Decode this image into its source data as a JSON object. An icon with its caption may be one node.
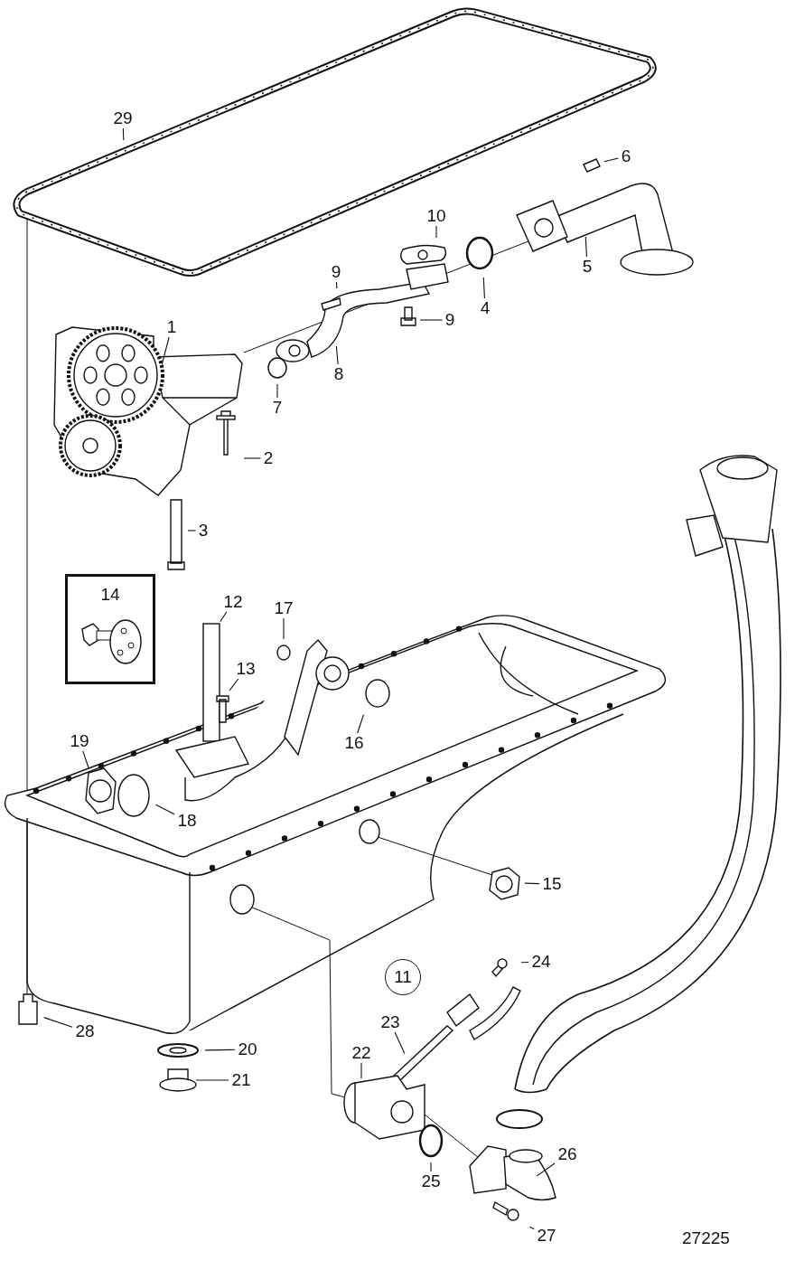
{
  "diagram": {
    "nodes": [
      {
        "text": [
          "29"
        ]
      },
      {
        "text": [
          "6"
        ]
      },
      {
        "text": [
          "10"
        ]
      },
      {
        "text": [
          "9"
        ]
      },
      {
        "text": [
          "5"
        ]
      },
      {
        "text": [
          "4"
        ]
      },
      {
        "text": [
          "9"
        ]
      },
      {
        "text": [
          "1"
        ]
      },
      {
        "text": [
          "8"
        ]
      },
      {
        "text": [
          "7"
        ]
      },
      {
        "text": [
          "2"
        ]
      },
      {
        "text": [
          "3"
        ]
      },
      {
        "text": [
          "14"
        ]
      },
      {
        "text": [
          "12"
        ]
      },
      {
        "text": [
          "17"
        ]
      },
      {
        "text": [
          "13"
        ]
      },
      {
        "text": [
          "16"
        ]
      },
      {
        "text": [
          "19"
        ]
      },
      {
        "text": [
          "18"
        ]
      },
      {
        "text": [
          "15"
        ]
      },
      {
        "text": [
          "11"
        ]
      },
      {
        "text": [
          "24"
        ]
      },
      {
        "text": [
          "23"
        ]
      },
      {
        "text": [
          "22"
        ]
      },
      {
        "text": [
          "28"
        ]
      },
      {
        "text": [
          "20"
        ]
      },
      {
        "text": [
          "21"
        ]
      },
      {
        "text": [
          "26"
        ]
      },
      {
        "text": [
          "25"
        ]
      },
      {
        "text": [
          "27"
        ]
      }
    ],
    "edges": [
      {
        "from": 0,
        "to": null,
        "arrow": "none"
      },
      {
        "from": 1,
        "to": null,
        "arrow": "none"
      },
      {
        "from": 2,
        "to": null,
        "arrow": "none"
      },
      {
        "from": 3,
        "to": null,
        "arrow": "none"
      },
      {
        "from": 4,
        "to": null,
        "arrow": "none"
      },
      {
        "from": 5,
        "to": null,
        "arrow": "none"
      },
      {
        "from": 6,
        "to": null,
        "arrow": "none"
      },
      {
        "from": 7,
        "to": null,
        "arrow": "none"
      },
      {
        "from": 8,
        "to": null,
        "arrow": "none"
      },
      {
        "from": 9,
        "to": null,
        "arrow": "none"
      },
      {
        "from": 10,
        "to": null,
        "arrow": "none"
      },
      {
        "from": 11,
        "to": null,
        "arrow": "none"
      },
      {
        "from": 13,
        "to": null,
        "arrow": "none"
      },
      {
        "from": 14,
        "to": null,
        "arrow": "none"
      },
      {
        "from": 15,
        "to": null,
        "arrow": "none"
      },
      {
        "from": 16,
        "to": null,
        "arrow": "none"
      },
      {
        "from": 17,
        "to": null,
        "arrow": "none"
      },
      {
        "from": 18,
        "to": null,
        "arrow": "none"
      },
      {
        "from": 19,
        "to": null,
        "arrow": "none"
      },
      {
        "from": 21,
        "to": null,
        "arrow": "none"
      },
      {
        "from": 22,
        "to": null,
        "arrow": "none"
      },
      {
        "from": 23,
        "to": null,
        "arrow": "none"
      },
      {
        "from": 24,
        "to": null,
        "arrow": "none"
      },
      {
        "from": 25,
        "to": null,
        "arrow": "none"
      },
      {
        "from": 26,
        "to": null,
        "arrow": "none"
      },
      {
        "from": 27,
        "to": null,
        "arrow": "none"
      },
      {
        "from": 28,
        "to": null,
        "arrow": "none"
      },
      {
        "from": 29,
        "to": null,
        "arrow": "none"
      }
    ],
    "labels": [
      "27225"
    ]
  }
}
